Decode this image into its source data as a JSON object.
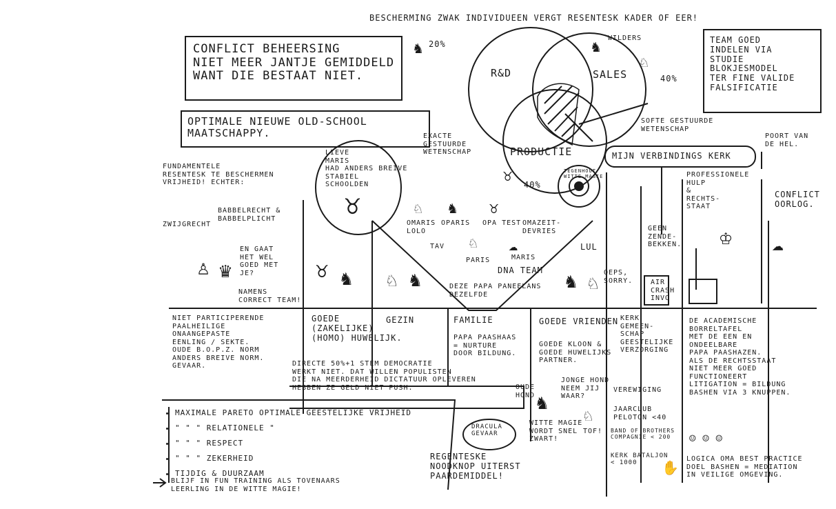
{
  "header": {
    "top_line": "BESCHERMING ZWAK INDIVIDUEEN VERGT RESENTESK KADER OF EER!"
  },
  "boxes": {
    "conflict": "CONFLICT BEHEERSING\nNIET MEER JANTJE GEMIDDELD\nWANT DIE BESTAAT NIET.",
    "optimale": "OPTIMALE NIEUWE OLD-SCHOOL\nMAATSCHAPPY.",
    "team": "TEAM GOED\nINDELEN VIA\nSTUDIE\nBLOKJESMODEL\nTER FINE VALIDE\nFALSIFICATIE"
  },
  "venn": {
    "rd": "R&D",
    "sales": "SALES",
    "productie": "PRODUCTIE",
    "pct_left": "20%",
    "pct_right": "40%",
    "pct_bottom": "40%",
    "wilders": "WILDERS",
    "exacte": "EXACTE\nGESTUURDE\nWETENSCHAP",
    "softe": "SOFTE GESTUURDE\nWETENSCHAP",
    "verbinding": "MIJN VERBINDINGS KERK",
    "poort": "POORT VAN\nDE HEL."
  },
  "mid": {
    "fundamentele": "FUNDAMENTELE\nRESENTESK TE BESCHERMEN\nVRIJHEID! ECHTER:",
    "zwijgrecht": "ZWIJGRECHT",
    "babbel": "BABBELRECHT &\nBABBELPLICHT",
    "engaat": "EN GAAT\nHET WEL\nGOED MET\nJE?",
    "namens": "NAMENS\nCORRECT TEAM!",
    "lieve": "LIEVE\nMARIS\nHAD ANDERS BREIVE\nSTABIEL\nSCHOOLDEN",
    "omaris": "OMARIS\nLOLO",
    "oparis": "OPARIS",
    "opatest": "OPA TEST",
    "omazeit": "OMAZEIT-\nDEVRIES",
    "tav": "TAV",
    "paris": "PARIS",
    "maris": "MARIS",
    "dnateam": "DNA TEAM",
    "deze": "DEZE PAPA PANEELANS\nDEZELFDE",
    "lul": "LUL",
    "oeps": "OEPS,\nSORRY.",
    "geen": "GEEN\nZENDE-\nBEKKEN.",
    "aircrash": "AIR\nCRASH\nINVO",
    "professionele": "PROFESSIONELE\nHULP\n&\nRECHTS-\nSTAAT",
    "conflict_oorlog": "CONFLICT\nOORLOG.",
    "tegenhout": "TEGENHOUT\nWITTE MAGIE"
  },
  "columns": {
    "niet_partici": "NIET PARTICIPERENDE\nPAALHEILIGE\nONAANGEPASTE\nEENLING / SEKTE.\nOUDE B.O.P.Z. NORM\nANDERS BREIVE NORM.\nGEVAAR.",
    "goede_zakelijk": "GOEDE\n(ZAKELIJKE)\n(HOMO) HUWELIJK.",
    "gezin": "GEZIN",
    "familie": "FAMILIE",
    "papa_paashaas": "PAPA PAASHAAS\n= NURTURE\nDOOR BILDUNG.",
    "goede_vrienden": "GOEDE VRIENDEN",
    "goede_kloon": "GOEDE KLOON &\nGOEDE HUWELIJKS\nPARTNER.",
    "jonge_hond": "JONGE HOND\nNEEM JIJ\nWAAR?",
    "oude_hond": "OUDE\nHOND",
    "tof": "TOF!",
    "kerk": "KERK\nGEMEEN-\nSCHAP\nGEESTELIJKE\nVERZORGING",
    "verwezing": "VEREWIGING",
    "jaarclub": "JAARCLUB\nPELOTON <40",
    "band": "BAND OF BROTHERS\nCOMPAGNIE < 200",
    "kerk_bat": "KERK BATALJON\n< 1000",
    "academische": "DE ACADEMISCHE\nBORRELTAFEL\nMET DE EEN EN\nONDEELBARE\nPAPA PAASHAZEN.\nALS DE RECHTSSTAAT\nNIET MEER GOED\nFUNCTIONEERT\nLITIGATION = BILDUNG\nBASHEN VIA 3 KNUPPEN.",
    "logica": "LOGICA OMA BEST PRACTICE\nDOEL BASHEN = MEDIATION\nIN VEILIGE OMGEVING."
  },
  "bottom": {
    "directe": "DIRECTE 50%+1 STEM DEMOCRATIE\nWERKT NIET. DAT WILLEN POPULISTEN\nDIE NA MEERDERHEID DICTATUUR OPLEVEREN\nHEBBEN ZE GELD NIET PUSH.",
    "list": [
      "MAXIMALE  PARETO OPTIMALE  GEESTELIJKE VRIJHEID",
      "\"      \"      \"    RELATIONELE   \"",
      "\"      \"      \"    RESPECT",
      "\"      \"      \"    ZEKERHEID",
      "TIJDIG & DUURZAAM"
    ],
    "blijf": "BLIJF IN FUN TRAINING ALS TOVENAARS\nLEERLING IN DE WITTE MAGIE!",
    "dracula": "DRACULA\nGEVAAR",
    "witte": "WITTE MAGIE\nWORDT SNEL\nZWART!",
    "regentenske": "REGENTESKE\nNOODKNOP UITERST\nPAARDEMIDDEL!"
  }
}
